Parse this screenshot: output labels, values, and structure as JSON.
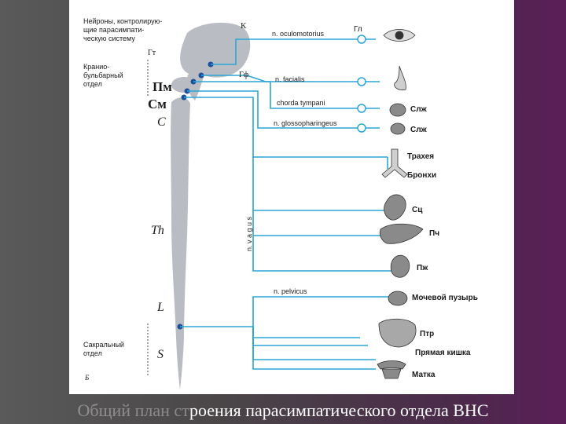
{
  "colors": {
    "nerve": "#2aa6d6",
    "cord": "#b9bcc2",
    "organ": "#8a8a8a"
  },
  "header_note": "Нейроны, контролирую-\nщие парасимпати-\nческую систему",
  "label_kranio": "Кранио-\nбульбарный\nотдел",
  "label_sacral": "Сакральный\nотдел",
  "brain_labels": {
    "k": "К",
    "gt": "Гт",
    "gf": "Гф",
    "pm": "Пм",
    "sm": "См"
  },
  "segments": {
    "c": "C",
    "th": "Th",
    "l": "L",
    "s": "S"
  },
  "figure_letter": "Б",
  "nerves": {
    "oculomotorius": "n. oculomotorius",
    "facialis": "n. facialis",
    "chorda": "chorda tympani",
    "glosso": "n. glossopharingeus",
    "vagus": "n. v a g u s",
    "pelvicus": "n. pelvicus"
  },
  "organs": {
    "gl": "Гл",
    "slzh1": "Слж",
    "slzh2": "Слж",
    "trachea": "Трахея",
    "bronchi": "Бронхи",
    "heart": "Сц",
    "liver": "Пч",
    "pancreas": "Пж",
    "bladder": "Мочевой пузырь",
    "intestine": "Птр",
    "rectum": "Прямая кишка",
    "uterus": "Матка"
  },
  "caption": {
    "dim": "Общий план ст",
    "main": "роения парасимпатического отдела ВНС"
  }
}
